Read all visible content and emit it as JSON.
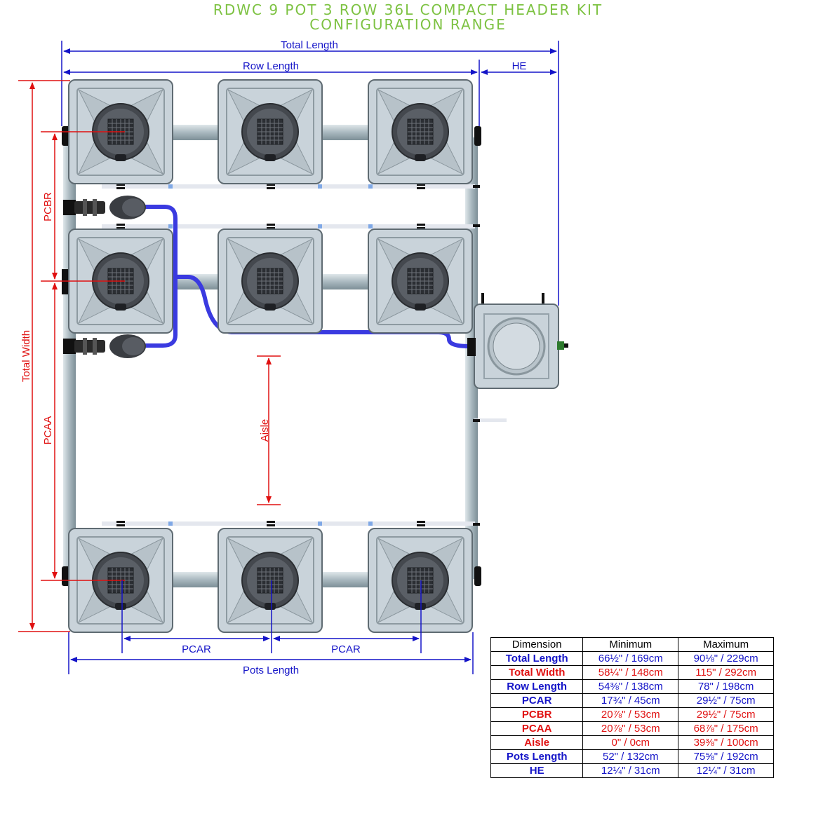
{
  "title": {
    "line1": "RDWC 9 POT 3 ROW 36L COMPACT HEADER KIT",
    "line2": "CONFIGURATION RANGE"
  },
  "colors": {
    "title": "#7dc242",
    "dimension_blue": "#1414c8",
    "dimension_red": "#e01010",
    "pot_grey": "#c9d3da",
    "pipe_grey": "#aebcc3",
    "hose_blue": "#3a3ae0"
  },
  "labels": {
    "total_length": "Total Length",
    "row_length": "Row Length",
    "he": "HE",
    "total_width": "Total Width",
    "pcbr": "PCBR",
    "pcaa": "PCAA",
    "aisle": "Aisle",
    "pcar_1": "PCAR",
    "pcar_2": "PCAR",
    "pots_length": "Pots Length"
  },
  "table": {
    "headers": [
      "Dimension",
      "Minimum",
      "Maximum"
    ],
    "rows": [
      {
        "dimension": "Total Length",
        "min": "66½\" / 169cm",
        "max": "90⅛\" / 229cm",
        "color": "blue"
      },
      {
        "dimension": "Total Width",
        "min": "58¼\" / 148cm",
        "max": "115\" / 292cm",
        "color": "red"
      },
      {
        "dimension": "Row Length",
        "min": "54⅜\" / 138cm",
        "max": "78\" / 198cm",
        "color": "blue"
      },
      {
        "dimension": "PCAR",
        "min": "17¾\" / 45cm",
        "max": "29½\" / 75cm",
        "color": "blue"
      },
      {
        "dimension": "PCBR",
        "min": "20⅞\" / 53cm",
        "max": "29½\" / 75cm",
        "color": "red"
      },
      {
        "dimension": "PCAA",
        "min": "20⅞\" / 53cm",
        "max": "68⅞\" / 175cm",
        "color": "red"
      },
      {
        "dimension": "Aisle",
        "min": "0\" / 0cm",
        "max": "39⅜\" / 100cm",
        "color": "red"
      },
      {
        "dimension": "Pots Length",
        "min": "52\" / 132cm",
        "max": "75⅝\" / 192cm",
        "color": "blue"
      },
      {
        "dimension": "HE",
        "min": "12¼\" / 31cm",
        "max": "12¼\" / 31cm",
        "color": "blue"
      }
    ]
  }
}
